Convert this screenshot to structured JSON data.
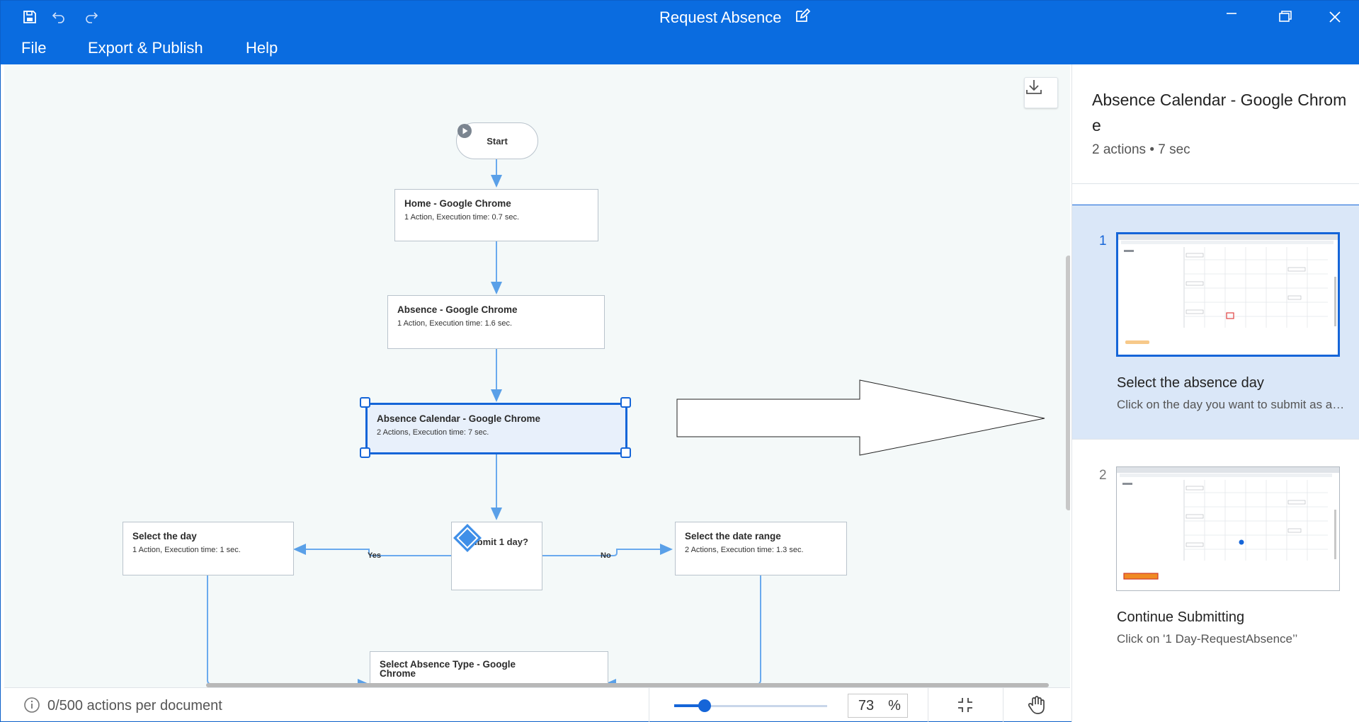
{
  "window": {
    "title": "Request Absence",
    "accent_color": "#0a6ce0",
    "selection_color": "#1565d8",
    "controls": [
      "minimize-icon",
      "restore-icon",
      "close-icon"
    ]
  },
  "toolbar": {
    "icons": [
      "save-icon",
      "undo-icon",
      "redo-icon"
    ],
    "edit_icon": "edit-icon"
  },
  "menu": {
    "items": [
      "File",
      "Export & Publish",
      "Help"
    ]
  },
  "flow": {
    "start_label": "Start",
    "nodes": [
      {
        "title": "Home  - Google Chrome",
        "subtitle": "1 Action, Execution time: 0.7 sec."
      },
      {
        "title": "Absence - Google Chrome",
        "subtitle": "1 Action, Execution time: 1.6 sec."
      },
      {
        "title": "Absence Calendar - Google Chrome",
        "subtitle": "2 Actions, Execution time: 7 sec."
      },
      {
        "title": "Select the day",
        "subtitle": "1 Action, Execution time: 1 sec."
      },
      {
        "title": "Select the date range",
        "subtitle": "2 Actions, Execution time: 1.3 sec."
      },
      {
        "title": "Select Absence Type - Google Chrome",
        "subtitle": ""
      }
    ],
    "decision": {
      "label": "Submit 1 day?",
      "yes": "Yes",
      "no": "No"
    }
  },
  "status": {
    "actions_text": "0/500 actions per document",
    "zoom_value": "73",
    "zoom_unit": "%",
    "zoom_fraction": 0.2
  },
  "panel": {
    "title": "Absence Calendar - Google Chrome",
    "subtitle": "2 actions • 7 sec",
    "steps": [
      {
        "number": "1",
        "title": "Select the absence day",
        "description": "Click on the day you want to submit as absence"
      },
      {
        "number": "2",
        "title": "Continue Submitting",
        "description": "Click on '1 Day-RequestAbsence’’"
      }
    ]
  }
}
